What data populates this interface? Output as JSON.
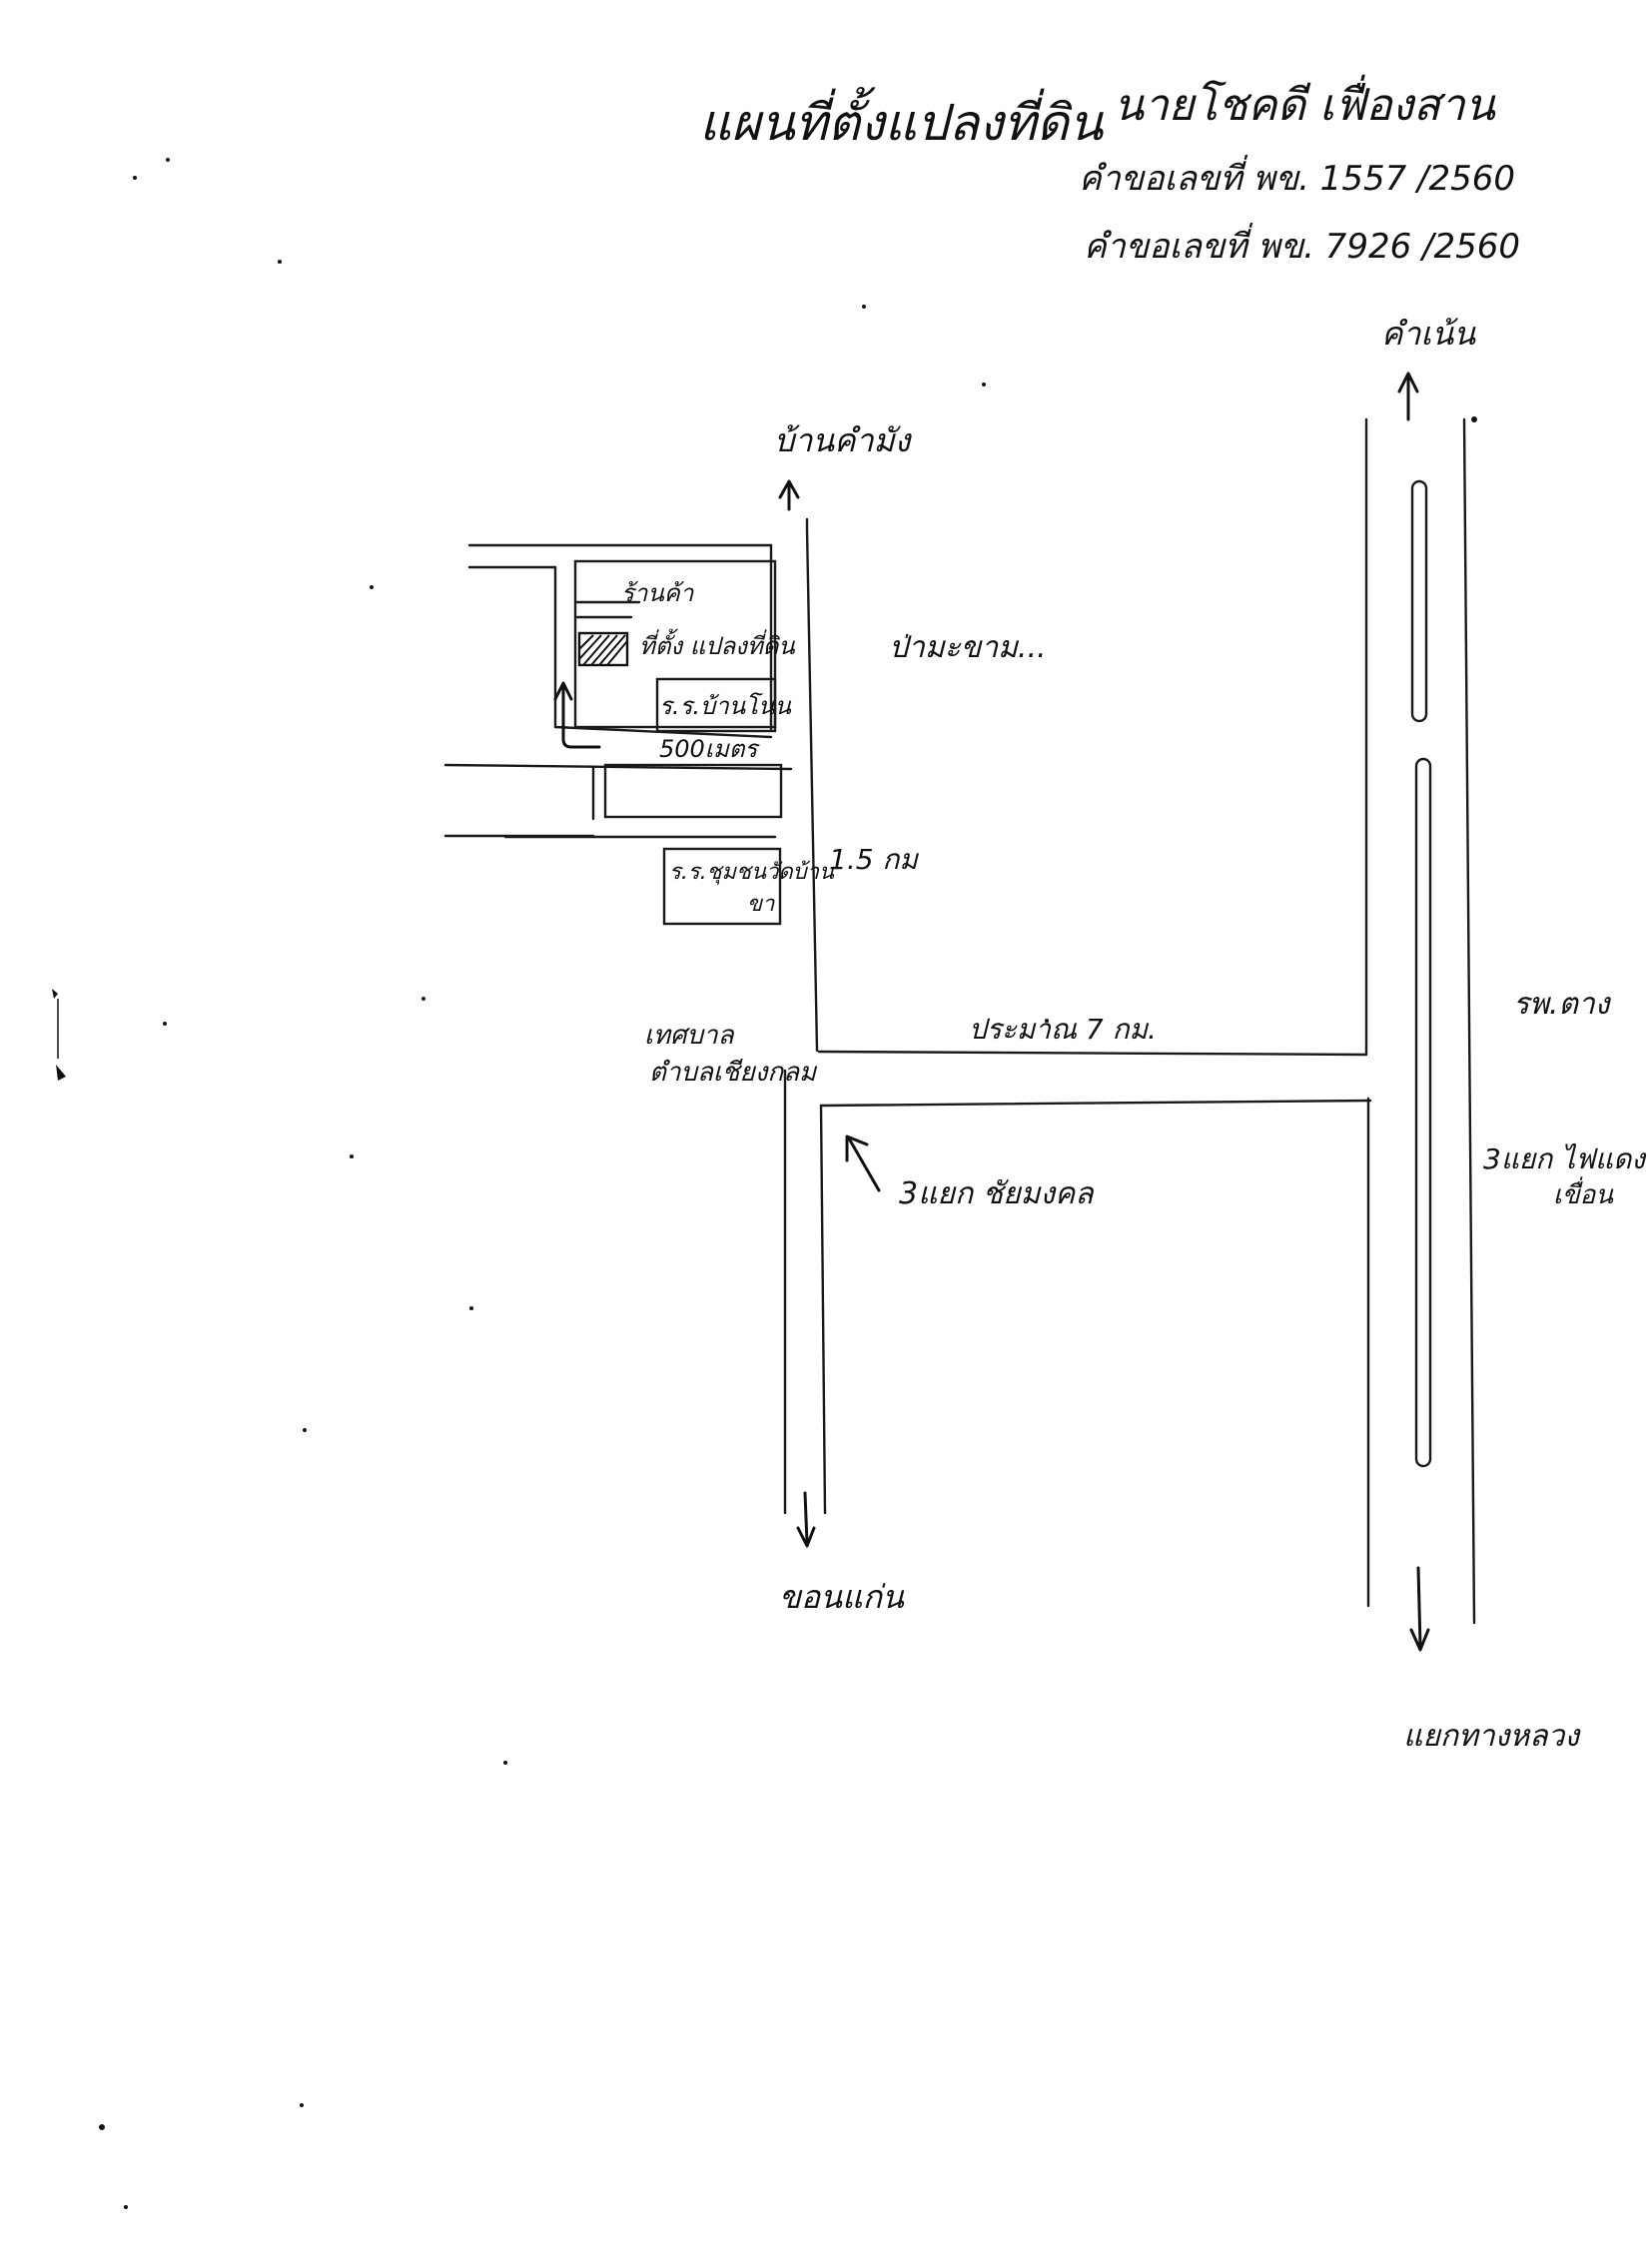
{
  "header": {
    "title": "แผนที่ตั้งแปลงที่ดิน",
    "owner": "นายโชคดี เฟื่องสาน",
    "line1": "คำขอเลขที่ พข. 1557 /2560",
    "line2": "คำขอเลขที่ พข. 7926 /2560"
  },
  "places": {
    "north_left": "บ้านคำมัง",
    "north_right": "คำเน้น",
    "south_left": "ขอนแก่น",
    "south_right": "แยกทางหลวง",
    "hospital": "รพ.ตาง",
    "village_area": "ป่ามะขาม...",
    "municipality_line1": "เทศบาล",
    "municipality_line2": "ตำบลเชียงกลม"
  },
  "site": {
    "parcel_label": "ที่ตั้ง แปลงที่ดิน",
    "nearby_label": "ร้านค้า",
    "school_label": "ร.ร.บ้านโนน",
    "school2_label_line1": "ร.ร.ชุมชนวัดบ้าน",
    "school2_label_line2": "ขา"
  },
  "distances": {
    "side_road": "500เมตร",
    "to_junction": "1.5 กม",
    "cross_road": "ประมาณ 7 กม."
  },
  "junctions": {
    "left": "3แยก ชัยมงคล",
    "right_line1": "3แยก ไฟแดง",
    "right_line2": "เขื่อน"
  }
}
